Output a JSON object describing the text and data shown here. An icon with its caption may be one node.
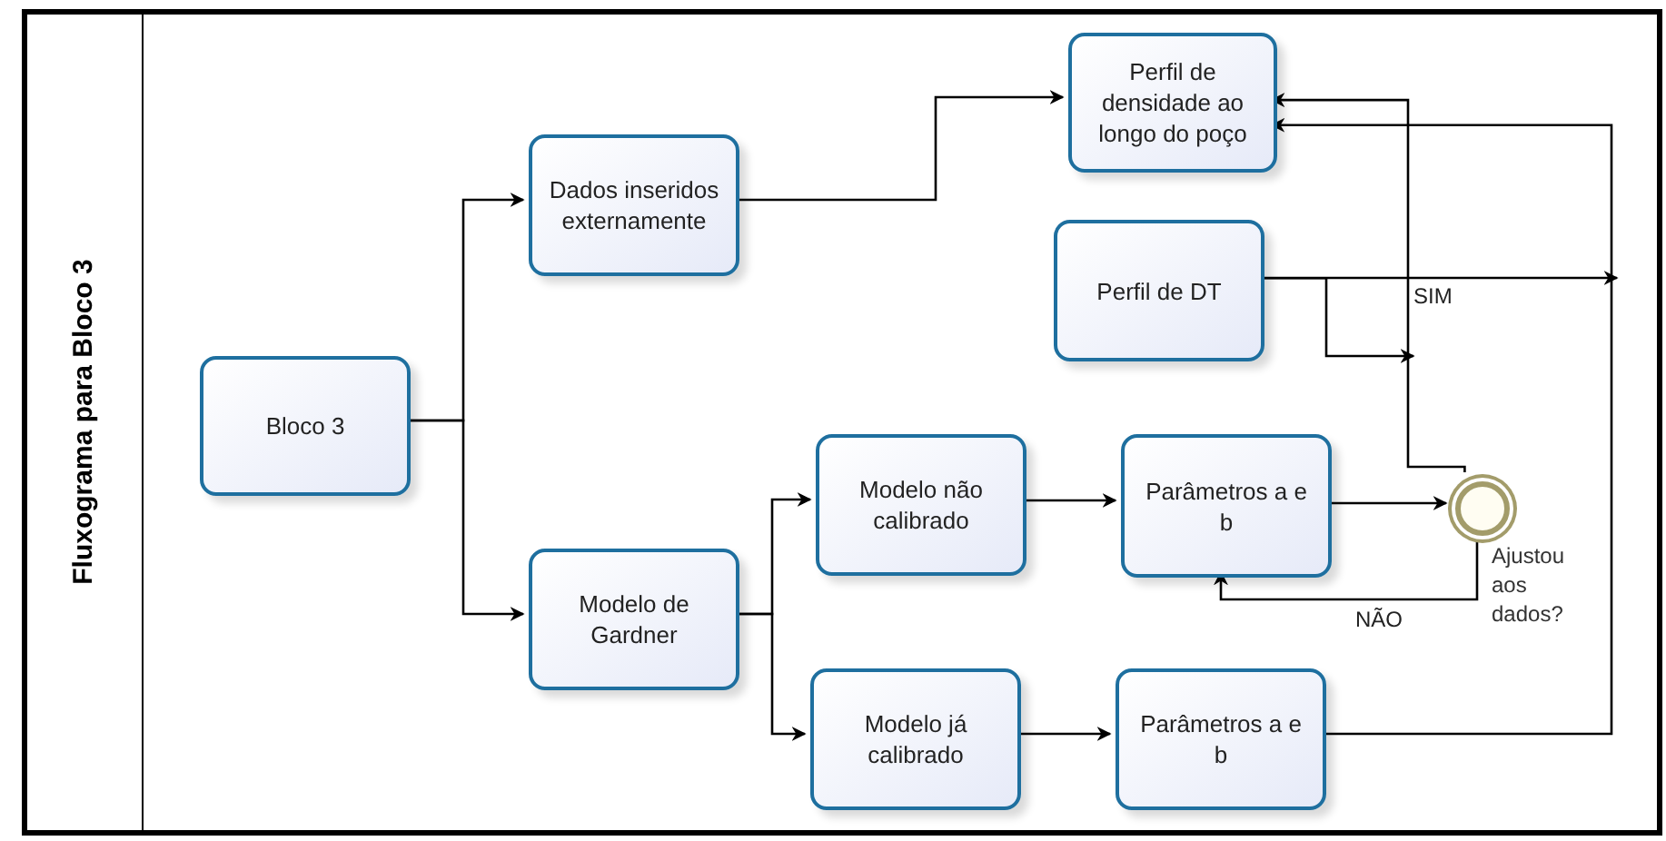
{
  "diagram": {
    "nodes": [
      {
        "text": [
          "Fluxograma para Bloco 3"
        ]
      },
      {
        "text": [
          "Bloco 3"
        ],
        "in": 0
      },
      {
        "text": [
          "Dados inseridos externamente"
        ],
        "in": 0
      },
      {
        "text": [
          "Modelo de Gardner"
        ],
        "in": 0
      },
      {
        "text": [
          "Perfil de densidade ao longo do poço"
        ],
        "in": 0
      },
      {
        "text": [
          "Perfil de DT"
        ],
        "in": 0
      },
      {
        "text": [
          "Modelo não calibrado"
        ],
        "in": 0
      },
      {
        "text": [
          "Parâmetros a e b"
        ],
        "in": 0
      },
      {
        "text": [
          "Modelo já calibrado"
        ],
        "in": 0
      },
      {
        "text": [
          "Parâmetros a e b"
        ],
        "in": 0
      },
      {
        "text": [],
        "shape": "circle",
        "in": 0,
        "beside": [
          "Ajustou aos dados?"
        ]
      }
    ],
    "edges": [
      {
        "from": 1,
        "to": 2,
        "arrow": "to"
      },
      {
        "from": 1,
        "to": 3,
        "arrow": "to"
      },
      {
        "from": 2,
        "to": 4,
        "arrow": "to"
      },
      {
        "from": 3,
        "to": 6,
        "arrow": "to"
      },
      {
        "from": 3,
        "to": 8,
        "arrow": "to"
      },
      {
        "from": 6,
        "to": 7,
        "arrow": "to"
      },
      {
        "from": 7,
        "to": 10,
        "arrow": "to"
      },
      {
        "from": 10,
        "to": 7,
        "arrow": "to",
        "label": "NÃO"
      },
      {
        "from": 10,
        "to": 4,
        "arrow": "to"
      },
      {
        "from": 9,
        "to": 4,
        "arrow": "to"
      },
      {
        "from": 5,
        "to": null,
        "arrow": "to",
        "label": "SIM"
      },
      {
        "from": 5,
        "to": null,
        "arrow": "to"
      },
      {
        "from": 8,
        "to": 9,
        "arrow": "to"
      }
    ]
  }
}
